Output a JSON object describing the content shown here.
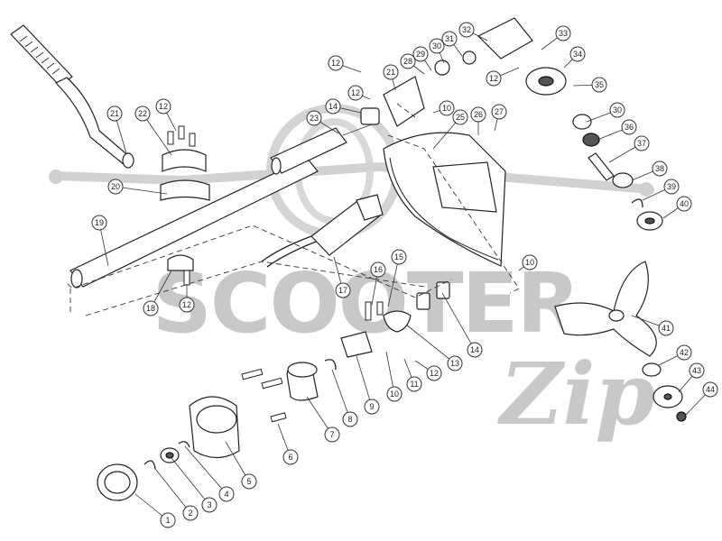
{
  "watermark": {
    "brand_main": "SCOOTER",
    "brand_script": "Zip",
    "color": "#c8c8c8"
  },
  "callouts": [
    {
      "id": "c1",
      "label": "1"
    },
    {
      "id": "c2",
      "label": "2"
    },
    {
      "id": "c3",
      "label": "3"
    },
    {
      "id": "c4",
      "label": "4"
    },
    {
      "id": "c5",
      "label": "5"
    },
    {
      "id": "c6",
      "label": "6"
    },
    {
      "id": "c7",
      "label": "7"
    },
    {
      "id": "c8",
      "label": "8"
    },
    {
      "id": "c9",
      "label": "9"
    },
    {
      "id": "c10a",
      "label": "10"
    },
    {
      "id": "c11a",
      "label": "11"
    },
    {
      "id": "c12a",
      "label": "12"
    },
    {
      "id": "c13a",
      "label": "13"
    },
    {
      "id": "c14a",
      "label": "14"
    },
    {
      "id": "c15",
      "label": "15"
    },
    {
      "id": "c16",
      "label": "16"
    },
    {
      "id": "c17",
      "label": "17"
    },
    {
      "id": "c18",
      "label": "18"
    },
    {
      "id": "c12b",
      "label": "12"
    },
    {
      "id": "c19",
      "label": "19"
    },
    {
      "id": "c20",
      "label": "20"
    },
    {
      "id": "c21a",
      "label": "21"
    },
    {
      "id": "c22a",
      "label": "22"
    },
    {
      "id": "c12c",
      "label": "12"
    },
    {
      "id": "c23",
      "label": "23"
    },
    {
      "id": "c14b",
      "label": "14"
    },
    {
      "id": "c12d",
      "label": "12"
    },
    {
      "id": "c12e",
      "label": "12"
    },
    {
      "id": "c21b",
      "label": "21"
    },
    {
      "id": "c28",
      "label": "28"
    },
    {
      "id": "c29",
      "label": "29"
    },
    {
      "id": "c30a",
      "label": "30"
    },
    {
      "id": "c31",
      "label": "31"
    },
    {
      "id": "c32",
      "label": "32"
    },
    {
      "id": "c33",
      "label": "33"
    },
    {
      "id": "c34",
      "label": "34"
    },
    {
      "id": "c12f",
      "label": "12"
    },
    {
      "id": "c35",
      "label": "35"
    },
    {
      "id": "c10b",
      "label": "10"
    },
    {
      "id": "c25",
      "label": "25"
    },
    {
      "id": "c26",
      "label": "26"
    },
    {
      "id": "c27",
      "label": "27"
    },
    {
      "id": "c30b",
      "label": "30"
    },
    {
      "id": "c36",
      "label": "36"
    },
    {
      "id": "c37",
      "label": "37"
    },
    {
      "id": "c38",
      "label": "38"
    },
    {
      "id": "c39",
      "label": "39"
    },
    {
      "id": "c40",
      "label": "40"
    },
    {
      "id": "c10c",
      "label": "10"
    },
    {
      "id": "c41",
      "label": "41"
    },
    {
      "id": "c42",
      "label": "42"
    },
    {
      "id": "c43",
      "label": "43"
    },
    {
      "id": "c44",
      "label": "44"
    },
    {
      "id": "c10d",
      "label": "10"
    },
    {
      "id": "c11b",
      "label": "11"
    },
    {
      "id": "c12g",
      "label": "12"
    },
    {
      "id": "c13b",
      "label": "13"
    },
    {
      "id": "c14c",
      "label": "14"
    }
  ]
}
